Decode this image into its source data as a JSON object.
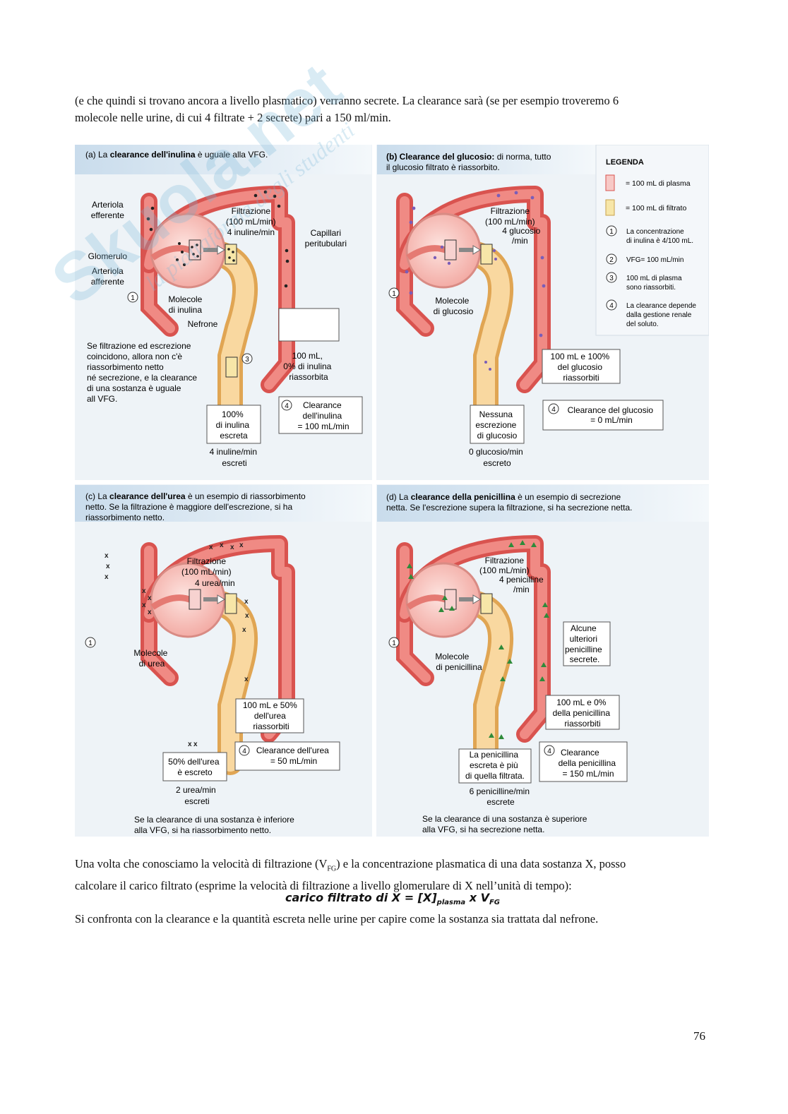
{
  "intro": {
    "line1": "(e che quindi si trovano ancora a livello plasmatico) verranno secrete. La clearance sarà (se per esempio troveremo 6",
    "line2": "molecole nelle urine, di cui 4 filtrate + 2 secrete) pari a 150 ml/min."
  },
  "watermark": {
    "line1": "Skuola.net",
    "line2": "la piattaforma degli studenti",
    "color": "#7ab8d8"
  },
  "figure": {
    "panel_a": {
      "title_pre": "(a) La ",
      "title_bold": "clearance dell'inulina",
      "title_post": " è uguale alla VFG.",
      "arteriola_eff_1": "Arteriola",
      "arteriola_eff_2": "efferente",
      "filtr_1": "Filtrazione",
      "filtr_2": "(100 mL/min)",
      "filtr_3": "4 inuline/min",
      "capillari_1": "Capillari",
      "capillari_2": "peritubulari",
      "glomerulo": "Glomerulo",
      "arteriola_aff_1": "Arteriola",
      "arteriola_aff_2": "afferente",
      "molecole_1": "Molecole",
      "molecole_2": "di inulina",
      "nefrone": "Nefrone",
      "note_1": "Se filtrazione ed escrezione",
      "note_2": "coincidono, allora non c'è",
      "note_3": "riassorbimento netto",
      "note_4": "né secrezione, e la clearance",
      "note_5": "di una sostanza è uguale",
      "note_6": "all VFG.",
      "box3_1": "100 mL,",
      "box3_2": "0% di inulina",
      "box3_3": "riassorbita",
      "box_exc_1": "100%",
      "box_exc_2": "di inulina",
      "box_exc_3": "escreta",
      "box4_1": "Clearance",
      "box4_2": "dell'inulina",
      "box4_3": "= 100 mL/min",
      "bottom_1": "4 inuline/min",
      "bottom_2": "escreti"
    },
    "panel_b": {
      "title_bold": "(b) Clearance del glucosio:",
      "title_post": " di norma, tutto",
      "title_2": "il glucosio filtrato è riassorbito.",
      "filtr_1": "Filtrazione",
      "filtr_2": "(100 mL/min)",
      "filtr_3": "4 glucosio",
      "filtr_4": "/min",
      "molecole_1": "Molecole",
      "molecole_2": "di glucosio",
      "box3_1": "100 mL e 100%",
      "box3_2": "del glucosio",
      "box3_3": "riassorbiti",
      "box_exc_1": "Nessuna",
      "box_exc_2": "escrezione",
      "box_exc_3": "di glucosio",
      "box4_1": "Clearance del glucosio",
      "box4_2": "= 0 mL/min",
      "bottom_1": "0 glucosio/min",
      "bottom_2": "escreto"
    },
    "legend": {
      "title": "LEGENDA",
      "plasma": "= 100 mL di plasma",
      "filtrato": "= 100 mL di filtrato",
      "i1_1": "La concentrazione",
      "i1_2": "di inulina è 4/100 mL.",
      "i2": "VFG= 100 mL/min",
      "i3_1": "100 mL di plasma",
      "i3_2": "sono riassorbiti.",
      "i4_1": "La clearance depende",
      "i4_2": "dalla gestione renale",
      "i4_3": "del soluto."
    },
    "panel_c": {
      "title_pre": "(c) La ",
      "title_bold": "clearance dell'urea",
      "title_post": " è un esempio di riassorbimento",
      "title_2": "netto. Se la filtrazione è maggiore dell'escrezione, si ha",
      "title_3": "riassorbimento netto.",
      "filtr_1": "Filtrazione",
      "filtr_2": "(100 mL/min)",
      "filtr_3": "4 urea/min",
      "molecole_1": "Molecole",
      "molecole_2": "di urea",
      "box3_1": "100 mL e 50%",
      "box3_2": "dell'urea",
      "box3_3": "riassorbiti",
      "box_exc_1": "50% dell'urea",
      "box_exc_2": "è escreto",
      "box4_1": "Clearance dell'urea",
      "box4_2": "= 50 mL/min",
      "bottom_1": "2 urea/min",
      "bottom_2": "escreti",
      "note_1": "Se la clearance di una sostanza è inferiore",
      "note_2": "alla VFG, si ha riassorbimento netto."
    },
    "panel_d": {
      "title_pre": "(d) La ",
      "title_bold": "clearance della penicillina",
      "title_post": " è un esempio di secrezione",
      "title_2": "netta. Se l'escrezione supera la filtrazione, si ha secrezione netta.",
      "filtr_1": "Filtrazione",
      "filtr_2": "(100 mL/min)",
      "filtr_3": "4 penicilline",
      "filtr_4": "/min",
      "sec_1": "Alcune",
      "sec_2": "ulteriori",
      "sec_3": "penicilline",
      "sec_4": "secrete.",
      "molecole_1": "Molecole",
      "molecole_2": "di penicillina",
      "box3_1": "100 mL e 0%",
      "box3_2": "della penicillina",
      "box3_3": "riassorbiti",
      "box_exc_1": "La penicillina",
      "box_exc_2": "escreta è più",
      "box_exc_3": "di quella filtrata.",
      "box4_1": "Clearance",
      "box4_2": "della penicillina",
      "box4_3": "= 150 mL/min",
      "bottom_1": "6 penicilline/min",
      "bottom_2": "escrete",
      "note_1": "Se la clearance di una sostanza è superiore",
      "note_2": "alla VFG, si ha secrezione netta."
    }
  },
  "after": {
    "line1_a": "Una volta che conosciamo la velocità di filtrazione (V",
    "line1_sub": "FG",
    "line1_b": ") e la concentrazione plasmatica di una data sostanza X, posso",
    "line2": "calcolare il carico filtrato (esprime la velocità di filtrazione a livello glomerulare di X nell’unità di tempo):"
  },
  "formula": {
    "main": "carico filtrato di X = [X]",
    "sub1": "plasma",
    "mid": " x V",
    "sub2": "FG"
  },
  "compare": "Si confronta con la clearance e la quantità escreta nelle urine per capire come la sostanza sia trattata dal nefrone.",
  "page_number": "76"
}
